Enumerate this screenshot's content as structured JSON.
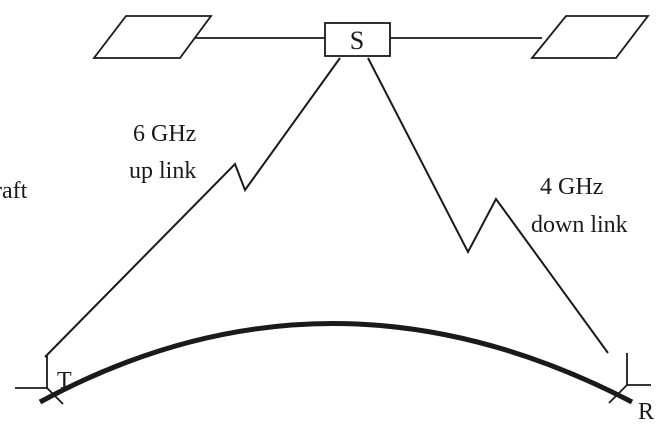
{
  "satellite": {
    "label": "S"
  },
  "uplink": {
    "freq": "6 GHz",
    "name": "up link"
  },
  "downlink": {
    "freq": "4 GHz",
    "name": "down link"
  },
  "transmitter": {
    "label": "T"
  },
  "receiver": {
    "label": "R"
  },
  "spacecraft_fragment": "raft"
}
